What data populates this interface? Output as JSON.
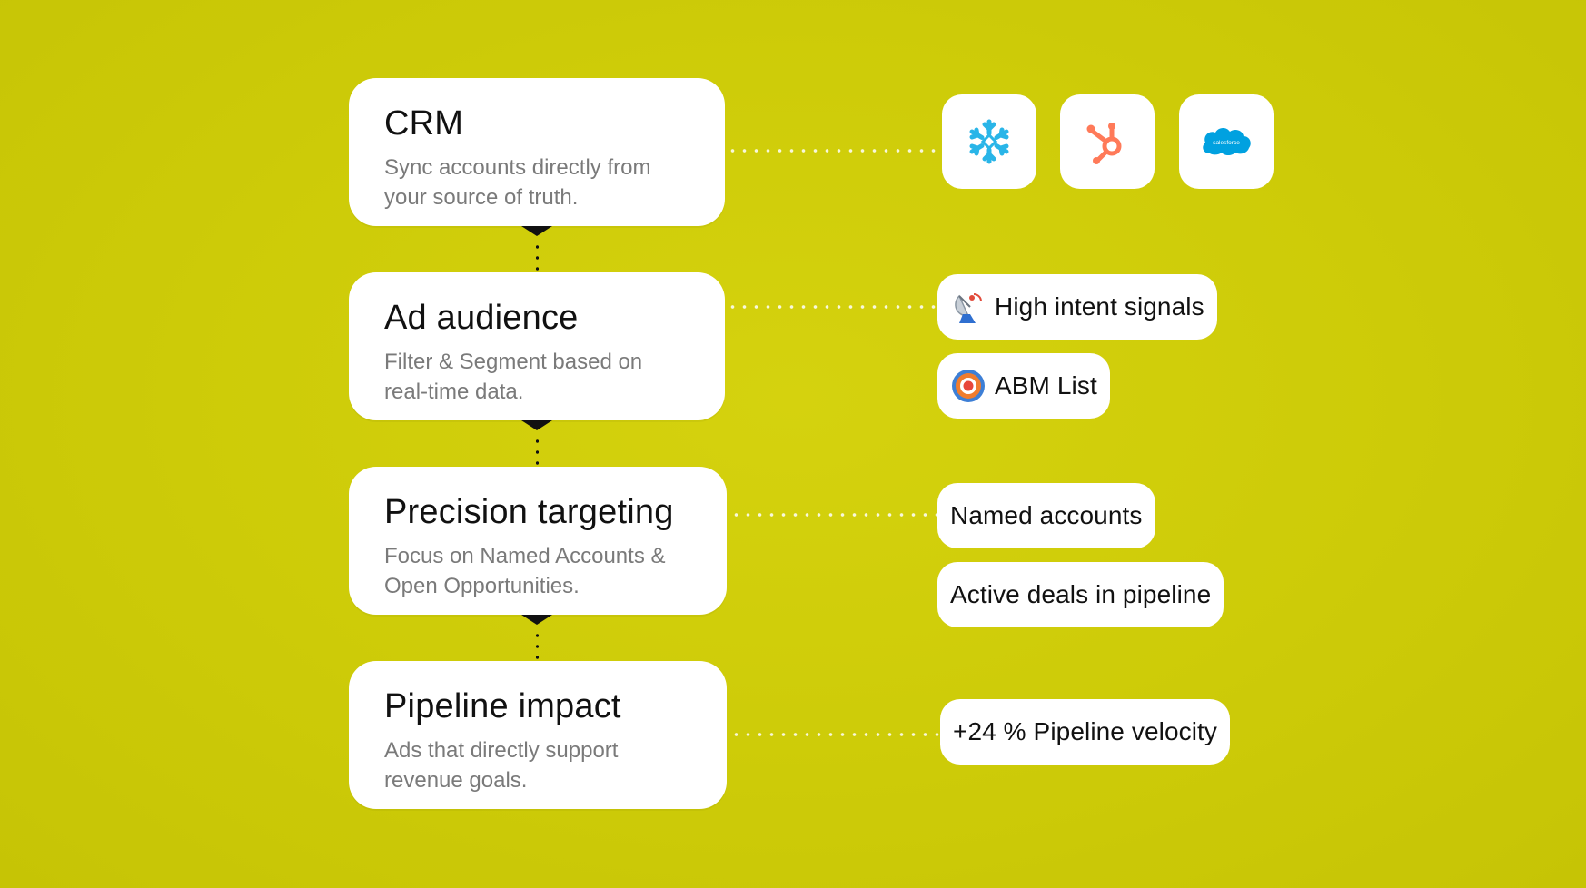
{
  "steps": [
    {
      "title": "CRM",
      "description": "Sync accounts directly from your source of truth."
    },
    {
      "title": "Ad audience",
      "description": "Filter & Segment based on real-time data."
    },
    {
      "title": "Precision targeting",
      "description": "Focus on Named Accounts & Open Opportunities."
    },
    {
      "title": "Pipeline impact",
      "description": "Ads that directly support revenue goals."
    }
  ],
  "crm_integrations": [
    {
      "icon": "snowflake-icon",
      "color": "#29b5e8"
    },
    {
      "icon": "hubspot-icon",
      "color": "#ff7a59"
    },
    {
      "icon": "salesforce-icon",
      "color": "#00a1e0",
      "text": "salesforce"
    }
  ],
  "audience_tags": [
    {
      "label": "High intent signals",
      "icon": "satellite-dish-icon"
    },
    {
      "label": "ABM List",
      "icon": "target-icon"
    }
  ],
  "targeting_tags": [
    {
      "label": "Named accounts"
    },
    {
      "label": "Active deals in pipeline"
    }
  ],
  "impact_tags": [
    {
      "label": "+24 % Pipeline velocity"
    }
  ],
  "colors": {
    "background": "#cdcb08",
    "card": "#ffffff",
    "title_text": "#111111",
    "description_text": "#7a7a7a"
  }
}
